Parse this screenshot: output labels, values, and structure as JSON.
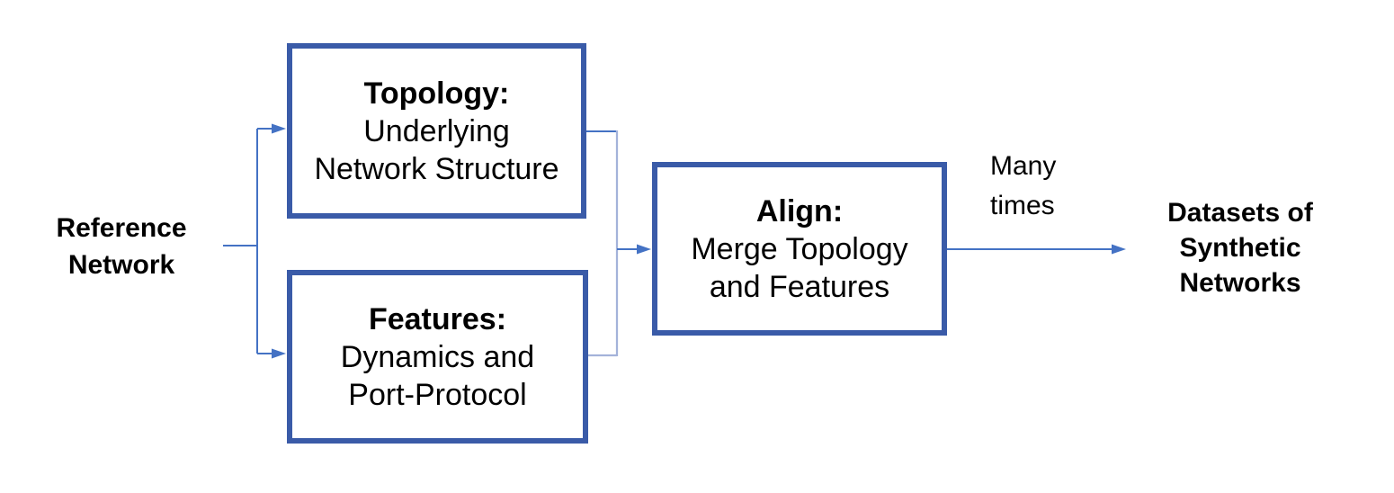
{
  "diagram": {
    "reference": {
      "lines": [
        "Reference",
        "Network"
      ]
    },
    "boxes": {
      "topology": {
        "title": "Topology:",
        "lines": [
          "Underlying",
          "Network Structure"
        ]
      },
      "features": {
        "title": "Features:",
        "lines": [
          "Dynamics and",
          "Port-Protocol"
        ]
      },
      "align": {
        "title": "Align:",
        "lines": [
          "Merge Topology",
          "and Features"
        ]
      }
    },
    "annotation": {
      "lines": [
        "Many",
        "times"
      ]
    },
    "output": {
      "lines": [
        "Datasets of",
        "Synthetic",
        "Networks"
      ]
    }
  },
  "colors": {
    "box-border": "#3a5ba8",
    "connector": "#4472c4",
    "connector-light": "#a4b3da",
    "text": "#000000",
    "background": "#ffffff"
  }
}
